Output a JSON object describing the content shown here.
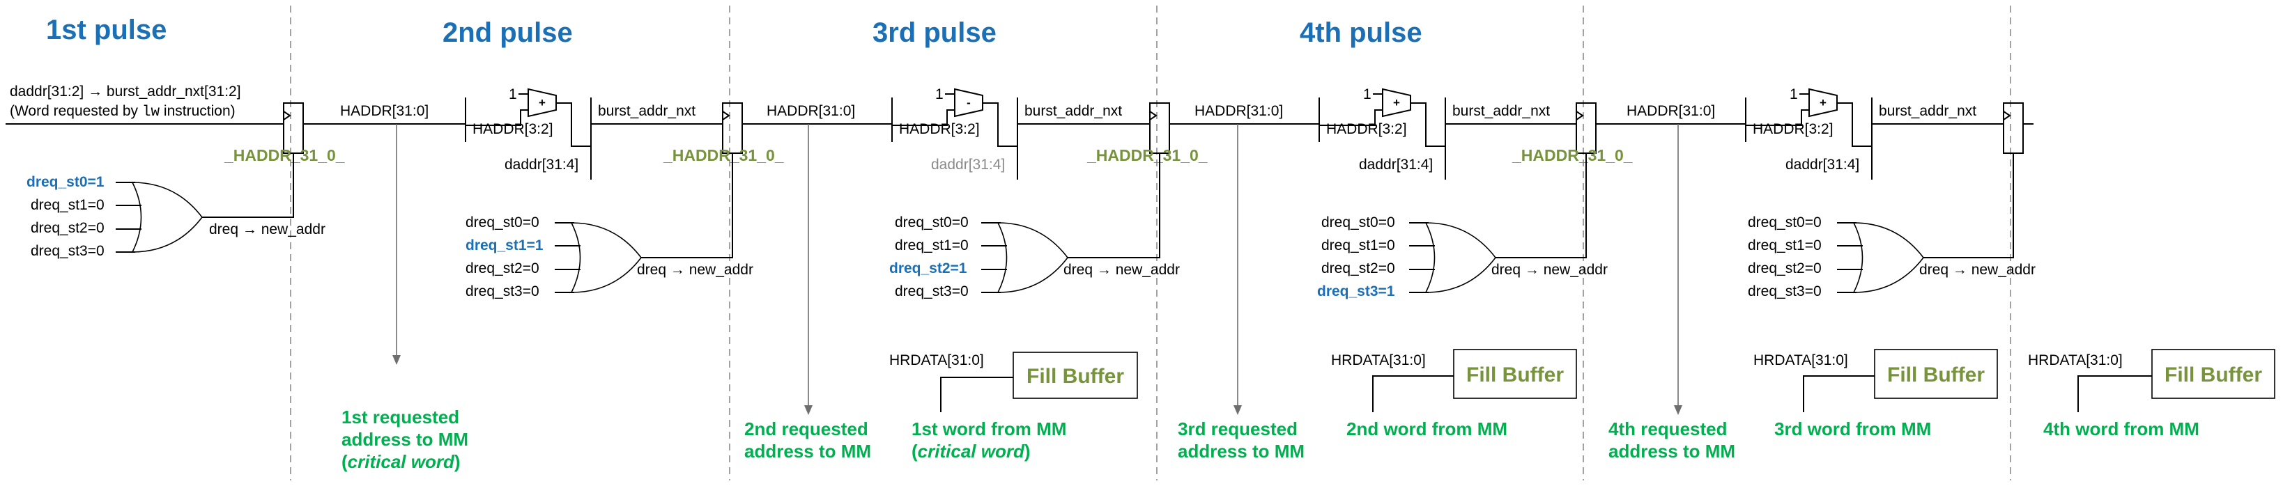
{
  "pulses": [
    "1st pulse",
    "2nd pulse",
    "3rd pulse",
    "4th pulse"
  ],
  "input": {
    "line1": "daddr[31:2] → burst_addr_nxt[31:2]",
    "line2_prefix": "(Word requested by ",
    "line2_code": "lw",
    "line2_suffix": " instruction)"
  },
  "signals": {
    "haddr": "HADDR[31:0]",
    "haddr_reg": "_HADDR_31_0_",
    "haddr_32": "HADDR[3:2]",
    "daddr_314": "daddr[31:4]",
    "burst_addr_nxt": "burst_addr_nxt",
    "mux_one": "1",
    "mux_plus": "+",
    "mux_minus": "-",
    "dreq_out": "dreq → new_addr",
    "hrdata": "HRDATA[31:0]",
    "fill_buffer": "Fill Buffer"
  },
  "dreq_groups": [
    [
      "dreq_st0=1",
      "dreq_st1=0",
      "dreq_st2=0",
      "dreq_st3=0"
    ],
    [
      "dreq_st0=0",
      "dreq_st1=1",
      "dreq_st2=0",
      "dreq_st3=0"
    ],
    [
      "dreq_st0=0",
      "dreq_st1=0",
      "dreq_st2=1",
      "dreq_st3=0"
    ],
    [
      "dreq_st0=0",
      "dreq_st1=0",
      "dreq_st2=0",
      "dreq_st3=1"
    ],
    [
      "dreq_st0=0",
      "dreq_st1=0",
      "dreq_st2=0",
      "dreq_st3=0"
    ]
  ],
  "notes": {
    "addr1_line1": "1st requested",
    "addr1_line2": "address to MM",
    "addr1_line3": "critical word",
    "addr2_line1": "2nd requested",
    "addr2_line2": "address to MM",
    "word1_line1": "1st word from MM",
    "word1_line2": "critical word",
    "addr3_line1": "3rd requested",
    "addr3_line2": "address to MM",
    "word2": "2nd word from MM",
    "addr4_line1": "4th requested",
    "addr4_line2": "address to MM",
    "word3": "3rd word from MM",
    "word4": "4th word from MM"
  },
  "colors": {
    "pulse_title": "#1a6fb5",
    "active_dreq": "#1a6fb5",
    "haddr_reg": "#77933c",
    "notes": "#00b050",
    "fill_buffer_text": "#77933c"
  }
}
